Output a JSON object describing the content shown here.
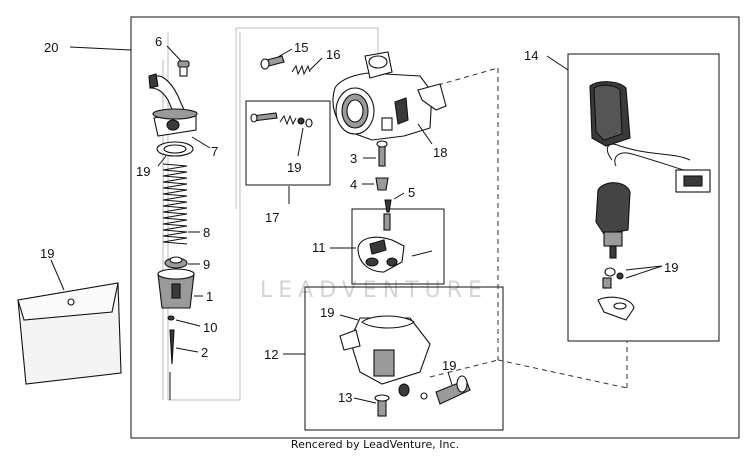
{
  "callouts": {
    "c1": "1",
    "c2": "2",
    "c3": "3",
    "c4": "4",
    "c5": "5",
    "c6": "6",
    "c7": "7",
    "c8": "8",
    "c9": "9",
    "c10": "10",
    "c11": "11",
    "c12": "12",
    "c13": "13",
    "c14": "14",
    "c15": "15",
    "c16": "16",
    "c17": "17",
    "c18": "18",
    "c19_bag": "19",
    "c19_left": "19",
    "c19_inset": "19",
    "c19_bowl": "19",
    "c19_screw": "19",
    "c19_right": "19",
    "c20": "20"
  },
  "watermark": "LEADVENTURE",
  "footer": "Rencered by LeadVenture, Inc."
}
